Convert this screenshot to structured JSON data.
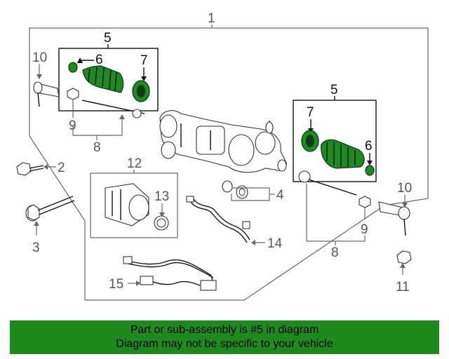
{
  "callouts": {
    "c1": "1",
    "c2": "2",
    "c3": "3",
    "c4": "4",
    "c5_left": "5",
    "c5_right": "5",
    "c6_left": "6",
    "c6_right": "6",
    "c7_left": "7",
    "c7_right": "7",
    "c8_left": "8",
    "c8_right": "8",
    "c9_left": "9",
    "c9_right": "9",
    "c10_left": "10",
    "c10_right": "10",
    "c11": "11",
    "c12": "12",
    "c13": "13",
    "c14": "14",
    "c15": "15"
  },
  "highlight_color": "#1f8a24",
  "banner": {
    "line1": "Part or sub-assembly is #5 in diagram",
    "line2": "Diagram may not be specific to your vehicle",
    "background": "#1e8a1e"
  }
}
